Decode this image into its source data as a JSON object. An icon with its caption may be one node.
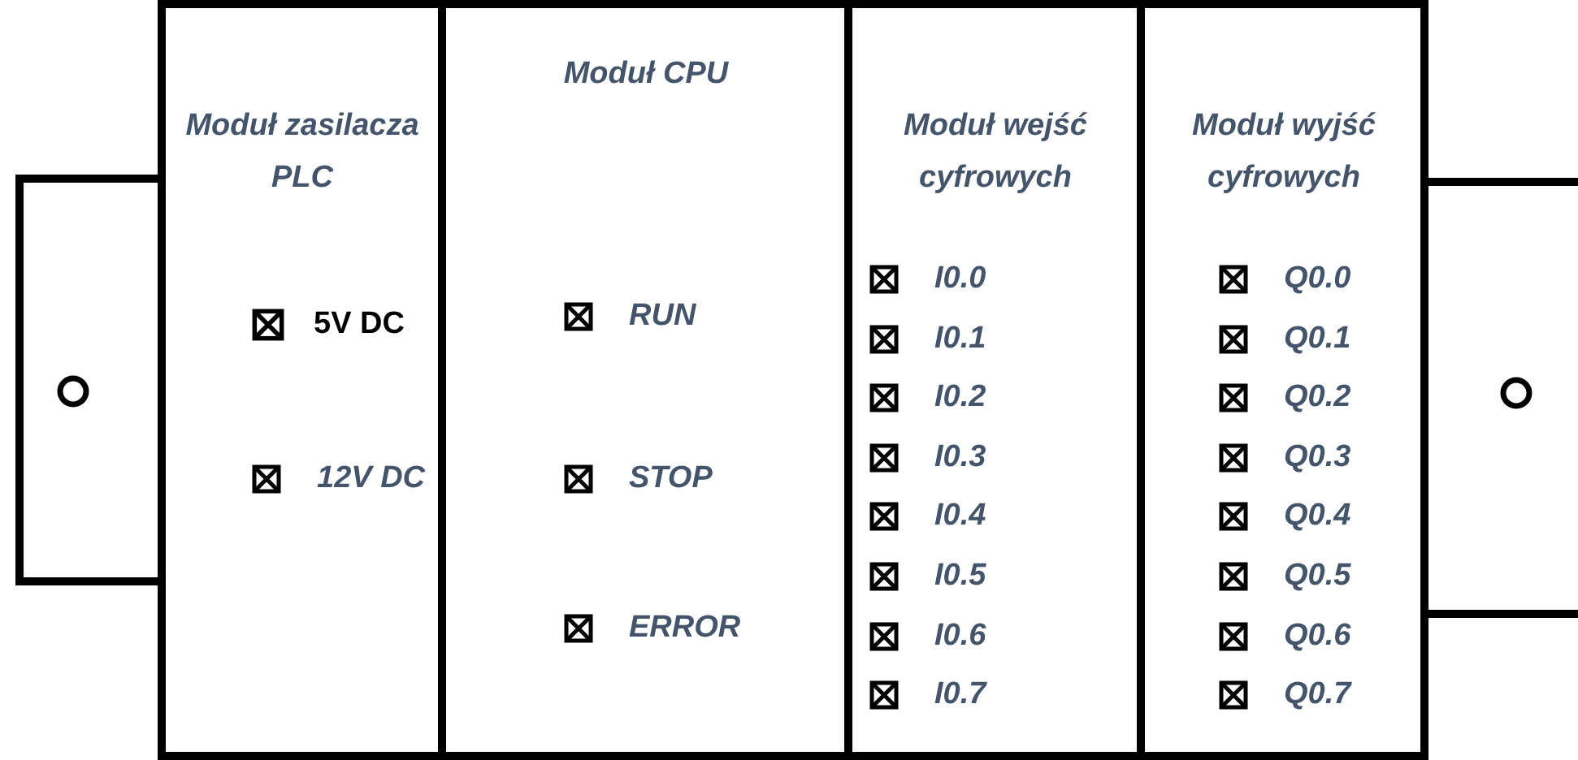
{
  "diagram": {
    "nodes": [
      {
        "text": [
          "Moduł zasilacza PLC"
        ]
      },
      {
        "text": [
          "5V DC"
        ],
        "in": 0
      },
      {
        "text": [
          "12V DC"
        ],
        "in": 0
      },
      {
        "text": [
          "Moduł CPU"
        ]
      },
      {
        "text": [
          "RUN"
        ],
        "in": 3
      },
      {
        "text": [
          "STOP"
        ],
        "in": 3
      },
      {
        "text": [
          "ERROR"
        ],
        "in": 3
      },
      {
        "text": [
          "Moduł wejść cyfrowych"
        ]
      },
      {
        "text": [
          "I0.0"
        ],
        "in": 7
      },
      {
        "text": [
          "I0.1"
        ],
        "in": 7
      },
      {
        "text": [
          "I0.2"
        ],
        "in": 7
      },
      {
        "text": [
          "I0.3"
        ],
        "in": 7
      },
      {
        "text": [
          "I0.4"
        ],
        "in": 7
      },
      {
        "text": [
          "I0.5"
        ],
        "in": 7
      },
      {
        "text": [
          "I0.6"
        ],
        "in": 7
      },
      {
        "text": [
          "I0.7"
        ],
        "in": 7
      },
      {
        "text": [
          "Moduł wyjść cyfrowych"
        ]
      },
      {
        "text": [
          "Q0.0"
        ],
        "in": 16
      },
      {
        "text": [
          "Q0.1"
        ],
        "in": 16
      },
      {
        "text": [
          "Q0.2"
        ],
        "in": 16
      },
      {
        "text": [
          "Q0.3"
        ],
        "in": 16
      },
      {
        "text": [
          "Q0.4"
        ],
        "in": 16
      },
      {
        "text": [
          "Q0.5"
        ],
        "in": 16
      },
      {
        "text": [
          "Q0.6"
        ],
        "in": 16
      },
      {
        "text": [
          "Q0.7"
        ],
        "in": 16
      }
    ]
  }
}
